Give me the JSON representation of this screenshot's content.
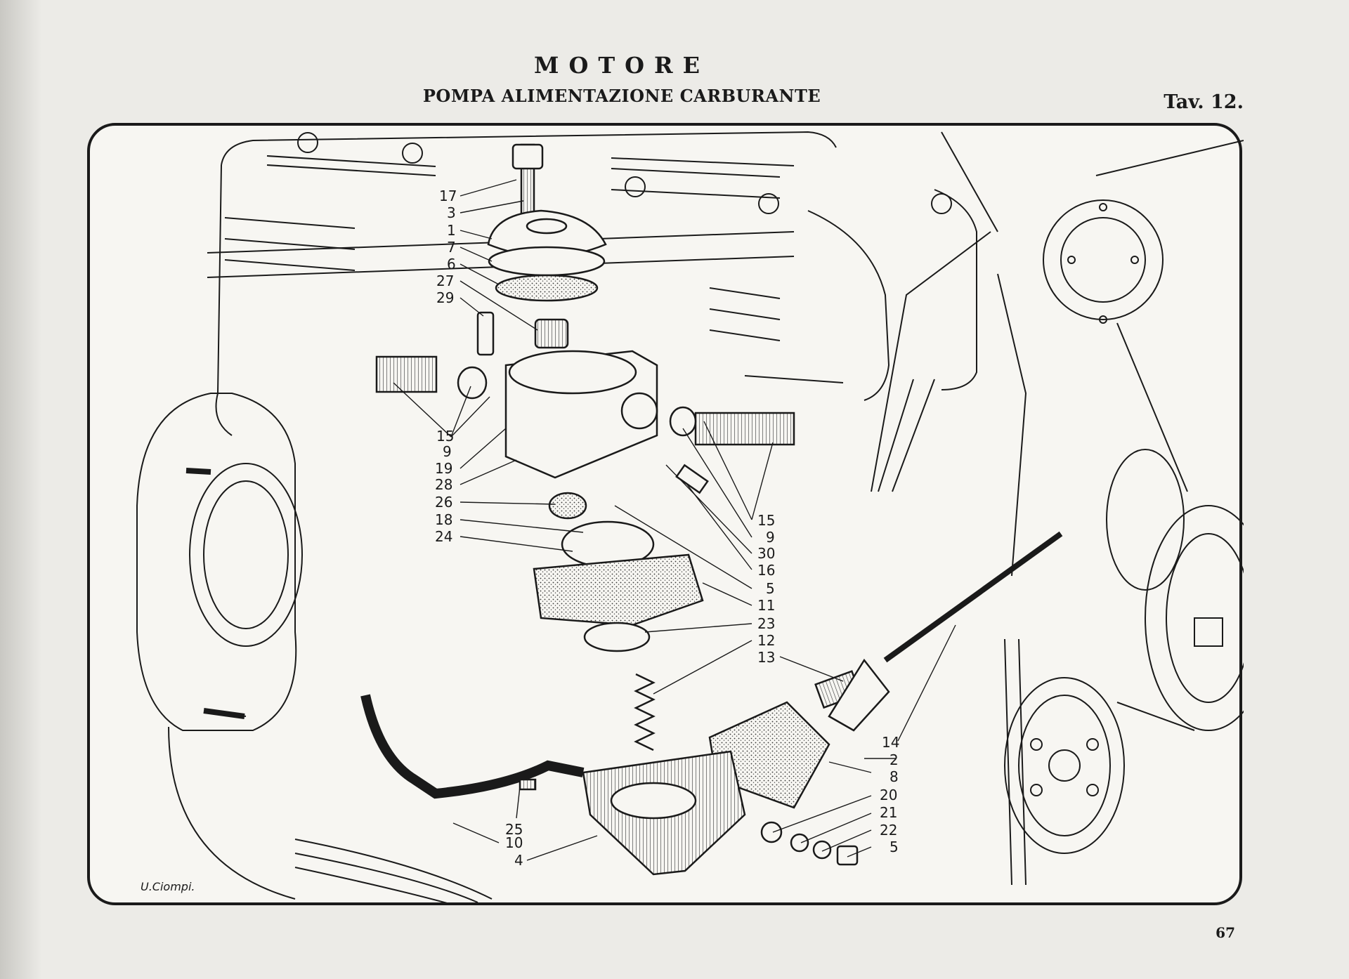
{
  "header": {
    "section": "MOTORE",
    "subtitle": "POMPA ALIMENTAZIONE CARBURANTE",
    "plate": "Tav. 12."
  },
  "footer": {
    "page_number": "67"
  },
  "illustrator_signature": "U.Ciompi.",
  "callouts": {
    "c17": "17",
    "c3": "3",
    "c1": "1",
    "c7": "7",
    "c6": "6",
    "c27": "27",
    "c29": "29",
    "c15a": "15",
    "c9a": "9",
    "c19": "19",
    "c28": "28",
    "c26": "26",
    "c18": "18",
    "c24": "24",
    "c15b": "15",
    "c9b": "9",
    "c30": "30",
    "c16": "16",
    "c5a": "5",
    "c11": "11",
    "c23": "23",
    "c12": "12",
    "c13": "13",
    "c14": "14",
    "c2": "2",
    "c8": "8",
    "c20": "20",
    "c21": "21",
    "c22": "22",
    "c5b": "5",
    "c25": "25",
    "c10": "10",
    "c4": "4"
  },
  "colors": {
    "ink": "#1a1a1a",
    "paper": "#ecebe7",
    "plate_bg": "#f7f6f2"
  }
}
